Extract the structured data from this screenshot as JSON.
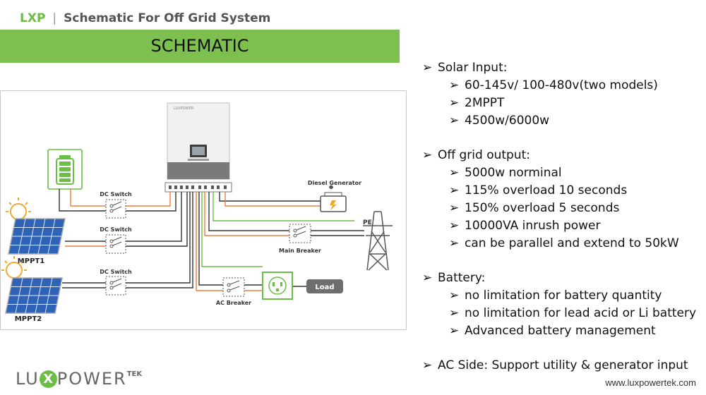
{
  "header": {
    "brand": "LXP",
    "separator": "|",
    "title": "Schematic For Off Grid System"
  },
  "banner": {
    "label": "SCHEMATIC"
  },
  "diagram": {
    "labels": {
      "dc_switch": "DC Switch",
      "mppt1": "MPPT1",
      "mppt2": "MPPT2",
      "diesel_generator": "Diesel Generator",
      "pe": "PE",
      "main_breaker": "Main Breaker",
      "ac_breaker": "AC Breaker",
      "load": "Load"
    }
  },
  "specs": [
    {
      "label": "Solar Input:",
      "items": [
        "60-145v/ 100-480v(two models)",
        "2MPPT",
        "4500w/6000w"
      ]
    },
    {
      "label": "Off grid output:",
      "items": [
        "5000w norminal",
        "115% overload 10 seconds",
        "150% overload 5 seconds",
        "10000VA inrush power",
        "can be parallel and extend to 50kW"
      ]
    },
    {
      "label": "Battery:",
      "items": [
        "no limitation for battery quantity",
        "no limitation for lead acid or Li battery",
        "Advanced battery management"
      ]
    },
    {
      "label": "AC Side: Support utility & generator input",
      "items": []
    }
  ],
  "footer": {
    "logo_left": "LU",
    "logo_x": "X",
    "logo_right": "POWER",
    "logo_sup": "TEK",
    "website": "www.luxpowertek.com"
  },
  "colors": {
    "accent_green": "#7ec04f",
    "wire_orange": "#ee7d3b",
    "wire_green": "#6cbd45",
    "wire_dark": "#333333"
  }
}
